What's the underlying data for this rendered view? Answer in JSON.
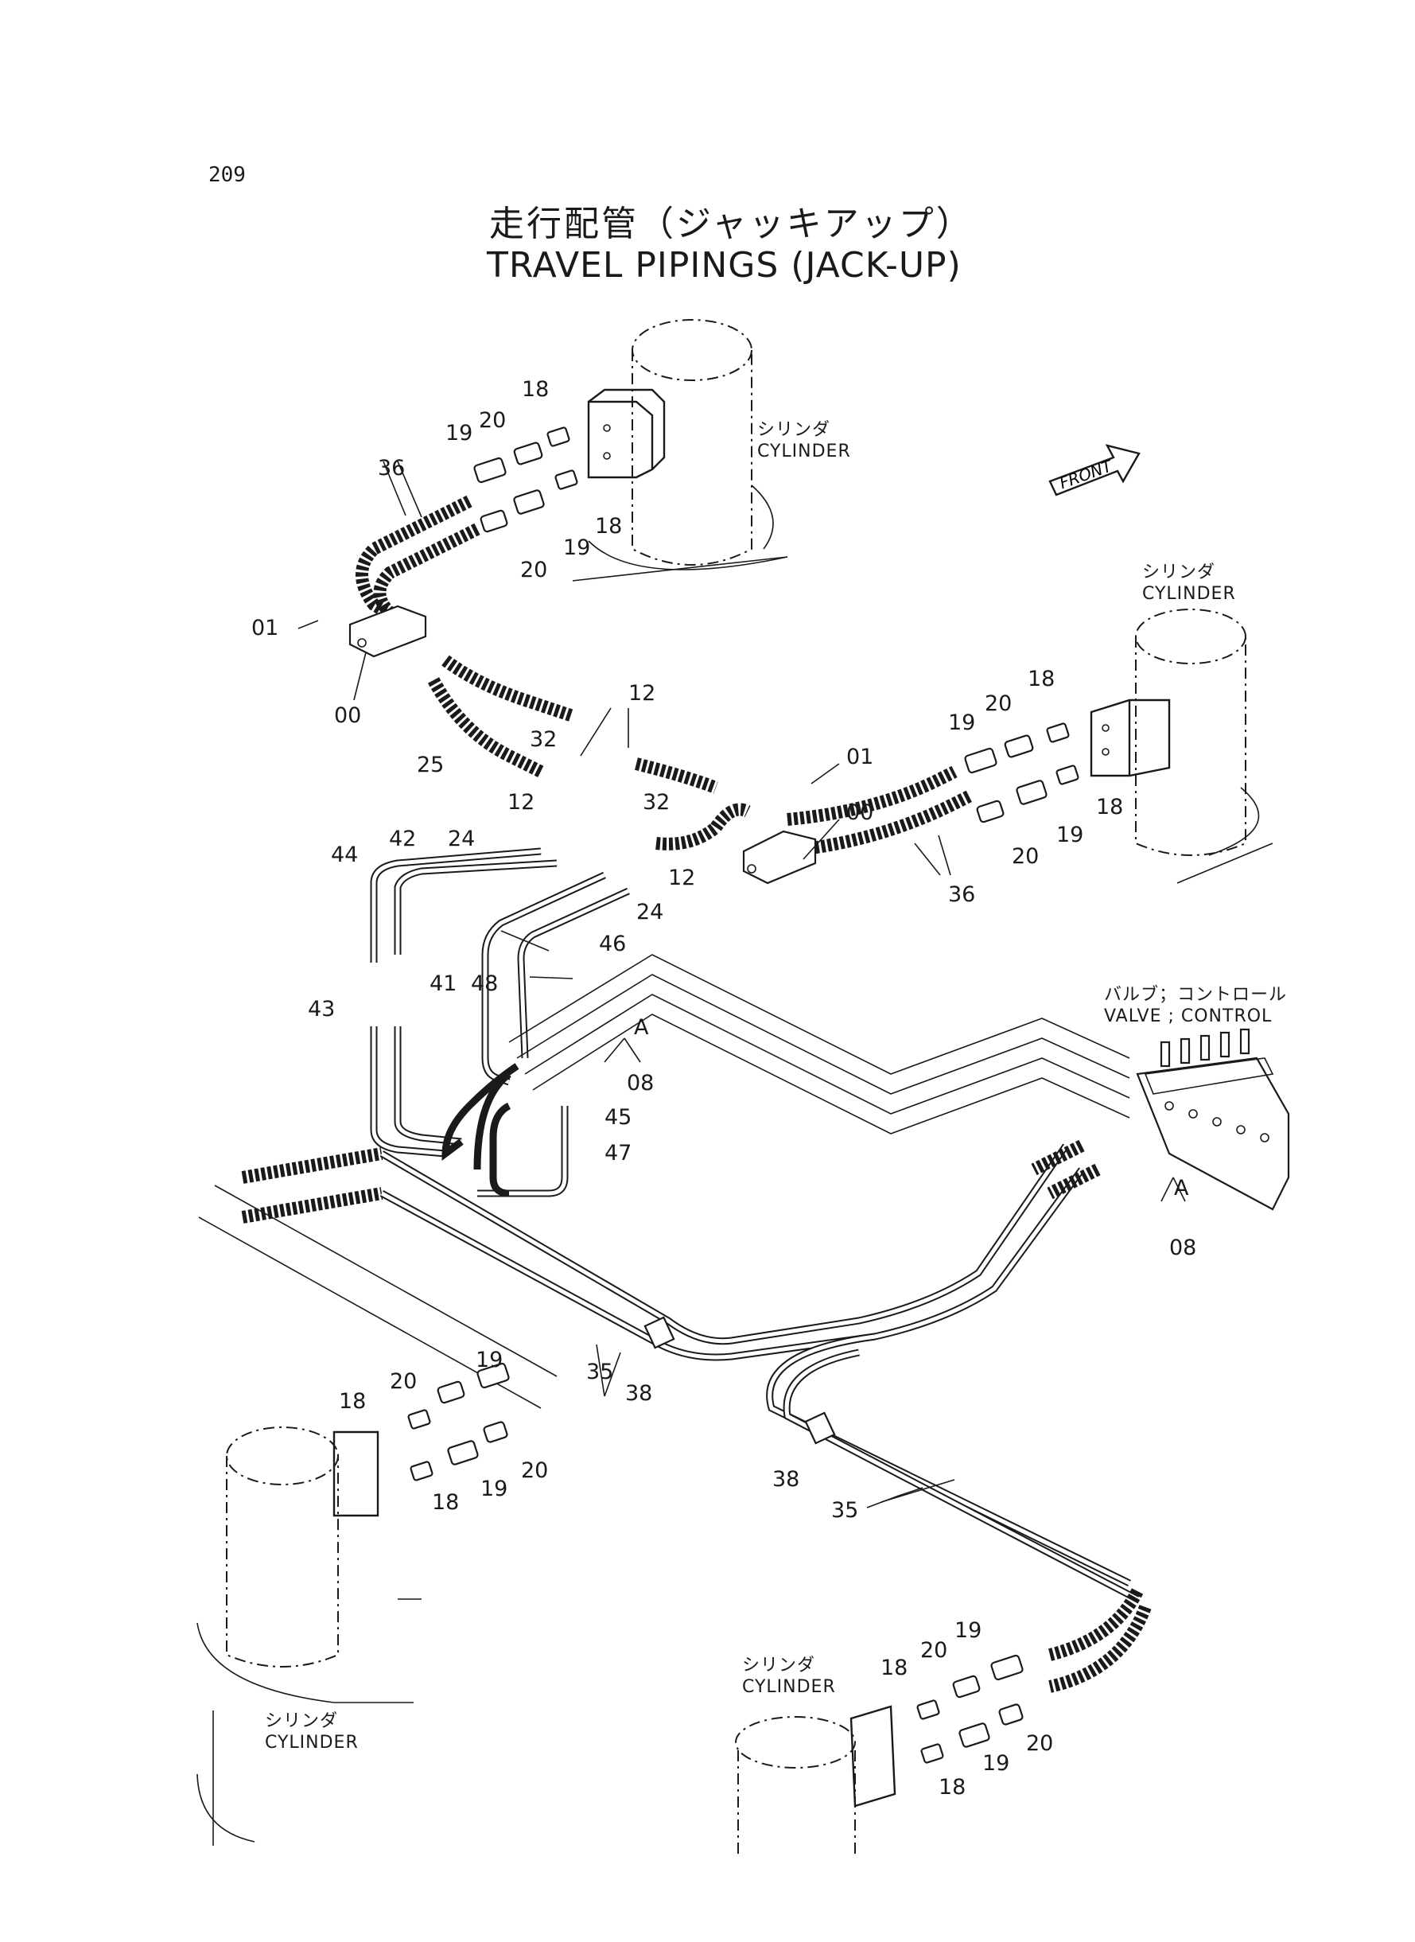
{
  "page_number": "209",
  "title": {
    "japanese": "走行配管（ジャッキアップ）",
    "english": "TRAVEL PIPINGS (JACK-UP)"
  },
  "labels": {
    "cylinder_jp": "シリンダ",
    "cylinder_en": "CYLINDER",
    "valve_jp": "バルブ；コントロール",
    "valve_en": "VALVE ; CONTROL",
    "front": "FRONT",
    "view_a": "A"
  },
  "callouts": {
    "p00": "00",
    "p01": "01",
    "p08": "08",
    "p12": "12",
    "p18": "18",
    "p19": "19",
    "p20": "20",
    "p24": "24",
    "p25": "25",
    "p32": "32",
    "p35": "35",
    "p36": "36",
    "p38": "38",
    "p41": "41",
    "p42": "42",
    "p43": "43",
    "p44": "44",
    "p45": "45",
    "p46": "46",
    "p47": "47",
    "p48": "48"
  }
}
